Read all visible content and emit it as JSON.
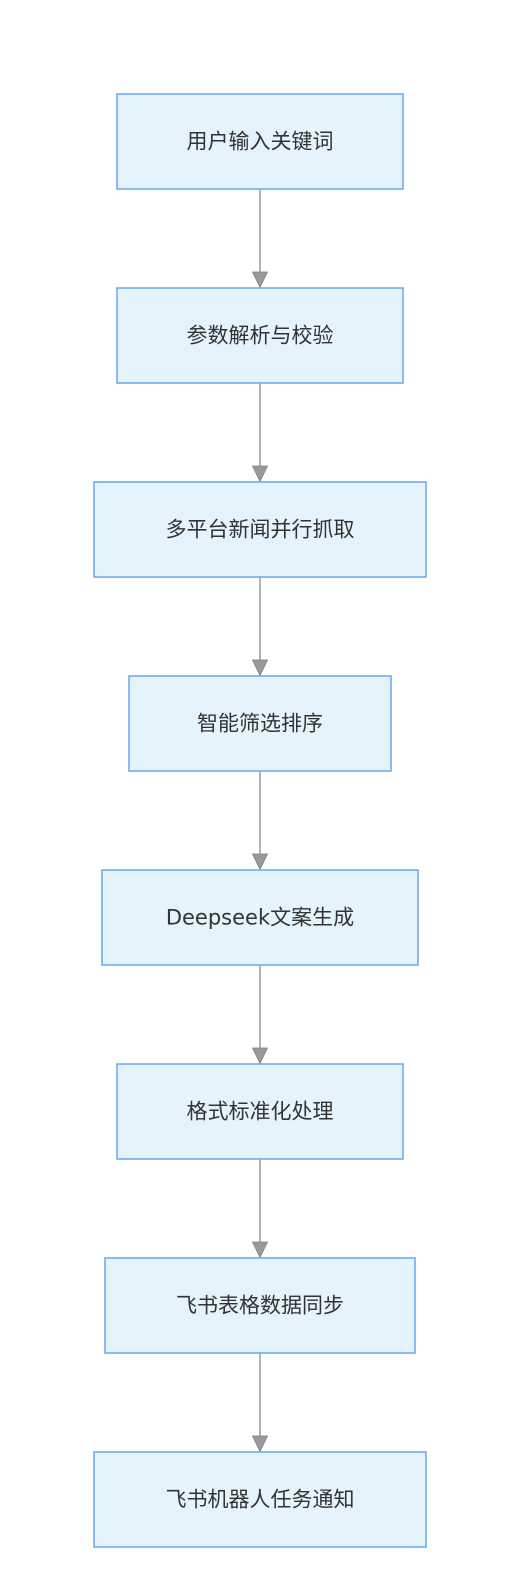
{
  "diagram": {
    "type": "flowchart",
    "direction": "top-to-bottom",
    "nodes": [
      {
        "id": "n1",
        "label": "用户输入关键词"
      },
      {
        "id": "n2",
        "label": "参数解析与校验"
      },
      {
        "id": "n3",
        "label": "多平台新闻并行抓取"
      },
      {
        "id": "n4",
        "label": "智能筛选排序"
      },
      {
        "id": "n5",
        "label": "Deepseek文案生成"
      },
      {
        "id": "n6",
        "label": "格式标准化处理"
      },
      {
        "id": "n7",
        "label": "飞书表格数据同步"
      },
      {
        "id": "n8",
        "label": "飞书机器人任务通知"
      }
    ],
    "edges": [
      {
        "from": "n1",
        "to": "n2"
      },
      {
        "from": "n2",
        "to": "n3"
      },
      {
        "from": "n3",
        "to": "n4"
      },
      {
        "from": "n4",
        "to": "n5"
      },
      {
        "from": "n5",
        "to": "n6"
      },
      {
        "from": "n6",
        "to": "n7"
      },
      {
        "from": "n7",
        "to": "n8"
      }
    ],
    "colors": {
      "node_fill": "#e4f3fc",
      "node_border": "#6aa6f0",
      "edge": "#8c8c8c",
      "arrow": "#9a9a9a",
      "text": "#333333"
    }
  }
}
